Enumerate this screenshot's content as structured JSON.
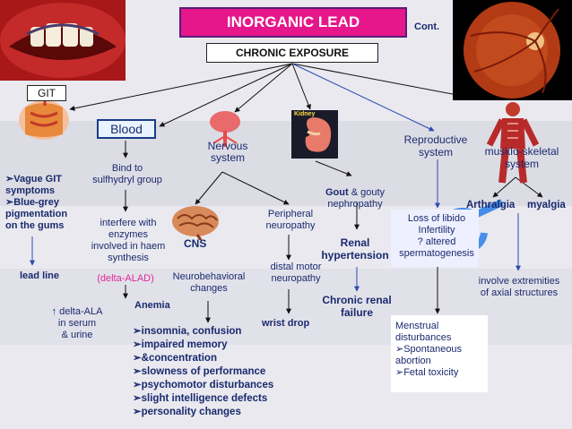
{
  "header": {
    "title": "INORGANIC LEAD",
    "cont": "Cont.",
    "subtitle": "CHRONIC EXPOSURE"
  },
  "git": {
    "label": "GIT",
    "symptoms": "➢Vague GIT\nsymptoms\n➢Blue-grey\npigmentation\non the gums",
    "lead_line": "lead line"
  },
  "blood": {
    "label": "Blood",
    "bind": "Bind to\nsulfhydryl group",
    "interfere": "interfere with\nenzymes\ninvolved in haem\nsynthesis",
    "alad": "(delta-ALAD)",
    "anemia": "Anemia",
    "delta_ala": "↑ delta-ALA\nin serum\n& urine"
  },
  "nervous": {
    "label": "Nervous\nsystem",
    "cns": "CNS",
    "neurobehavioral": "Neurobehavioral\nchanges",
    "peripheral": "Peripheral\nneuropathy",
    "distal": "distal motor\nneuropathy",
    "wrist": "wrist drop",
    "symptoms": [
      "➢insomnia, confusion",
      "➢impaired memory",
      "➢&concentration",
      "➢slowness of performance",
      "➢psychomotor disturbances",
      "➢slight intelligence defects",
      "➢personality changes"
    ]
  },
  "kidney": {
    "image_label": "Kidney",
    "gout_bold": "Gout",
    "gout_rest": " & gouty\nnephropathy",
    "renal_htn": "Renal\nhypertension",
    "chronic_renal": "Chronic renal\nfailure"
  },
  "reproductive": {
    "label": "Reproductive\nsystem",
    "libido": "Loss of libido\nInfertility\n? altered\nspermatogenesis",
    "menstrual": "Menstrual\ndisturbances\n➢Spontaneous\nabortion\n➢Fetal toxicity"
  },
  "musculoskeletal": {
    "label": "musklo-skeletal\nsystem",
    "arthralgia": "Arthralgia",
    "myalgia": "myalgia",
    "extremities": "involve extremities\nof axial structures"
  },
  "colors": {
    "text": "#1a2a6e",
    "title_bg": "#e6178a",
    "alad": "#e0299a",
    "pink_symbol": "#e85aa8",
    "blue_symbol": "#2a7ee8"
  }
}
